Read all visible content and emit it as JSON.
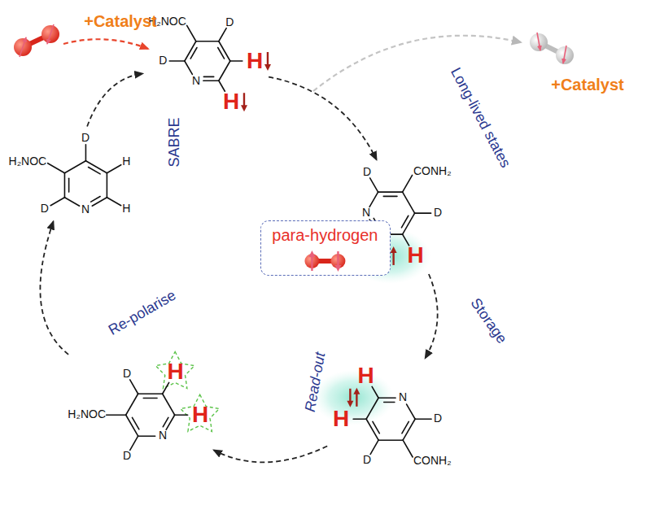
{
  "diagram": {
    "nodes": [
      {
        "text": [
          "H₂NOC",
          "D",
          "D",
          "N",
          "H",
          "H"
        ]
      },
      {
        "text": [
          "H₂NOC",
          "D",
          "D",
          "N",
          "H",
          "H"
        ]
      },
      {
        "text": [
          "CONH₂",
          "D",
          "D",
          "N",
          "H",
          "H"
        ]
      },
      {
        "text": [
          "CONH₂",
          "D",
          "D",
          "N",
          "H",
          "H"
        ]
      },
      {
        "text": [
          "H₂NOC",
          "D",
          "D",
          "N",
          "H",
          "H"
        ]
      },
      {
        "text": [
          "para-hydrogen"
        ]
      }
    ],
    "edges": [
      {
        "from": 0,
        "to": 1,
        "arrow": "to"
      },
      {
        "from": 1,
        "to": 2,
        "arrow": "to"
      },
      {
        "from": 2,
        "to": 3,
        "arrow": "to"
      },
      {
        "from": 3,
        "to": 4,
        "arrow": "to"
      },
      {
        "from": 4,
        "to": 0,
        "arrow": "to"
      }
    ],
    "labels": [
      "+Catalyst",
      "SABRE",
      "+Catalyst",
      "Long-lived states",
      "Storage",
      "Read-out",
      "Re-polarise"
    ]
  }
}
